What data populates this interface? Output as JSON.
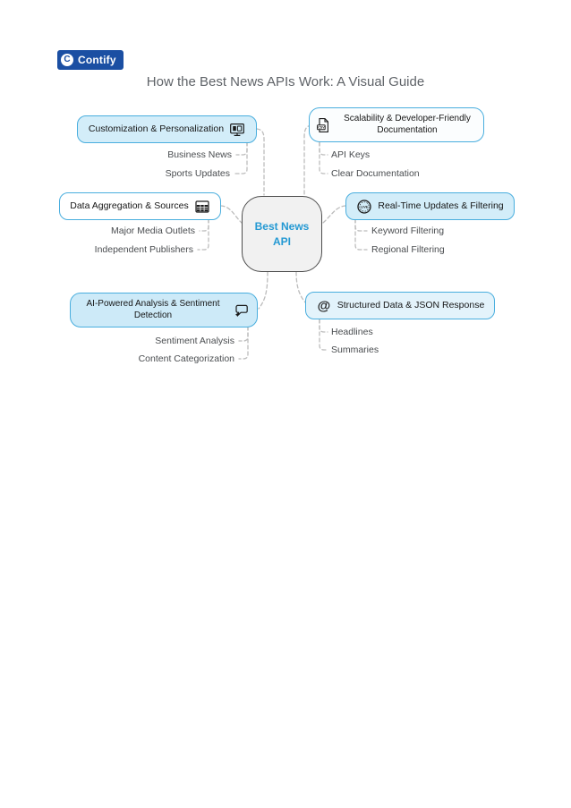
{
  "logo": {
    "monogram": "C",
    "text": "Contify"
  },
  "title": "How the Best News APIs Work: A Visual Guide",
  "center": {
    "label": "Best News API"
  },
  "branches": [
    {
      "label": "Customization & Personalization",
      "icon": "monitor-personalization-icon",
      "children": [
        "Business News",
        "Sports Updates"
      ]
    },
    {
      "label": "Scalability & Developer-Friendly Documentation",
      "icon": "csv-file-icon",
      "children": [
        "API Keys",
        "Clear Documentation"
      ]
    },
    {
      "label": "Data Aggregation & Sources",
      "icon": "spreadsheet-icon",
      "children": [
        "Major Media Outlets",
        "Independent Publishers"
      ]
    },
    {
      "label": "Real-Time Updates & Filtering",
      "icon": "live-badge-icon",
      "children": [
        "Keyword Filtering",
        "Regional Filtering"
      ]
    },
    {
      "label": "AI-Powered Analysis & Sentiment Detection",
      "icon": "chat-sparkle-icon",
      "children": [
        "Sentiment Analysis",
        "Content Categorization"
      ]
    },
    {
      "label": "Structured Data & JSON Response",
      "icon": "at-spiral-icon",
      "children": [
        "Headlines",
        "Summaries"
      ]
    }
  ],
  "icons": {
    "csv_text": "CSV",
    "live_text": "LIVE",
    "at_glyph": "@"
  },
  "colors": {
    "logo_bg": "#1b4fa3",
    "node_border": "#49aede",
    "node_fill_blue": "#d3edf9",
    "node_fill_white": "#ffffff",
    "node_fill_light": "#e3f3fb",
    "central_fill": "#f1f1f1",
    "central_border": "#4d4d4d",
    "central_text": "#2499d3",
    "connector": "#bcbcbc",
    "title_text": "#5f6368",
    "sub_text": "#4a4d50"
  }
}
